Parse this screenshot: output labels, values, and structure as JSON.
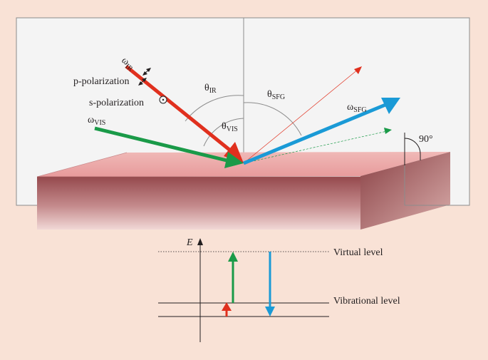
{
  "geometry_labels": {
    "omega_ir": {
      "symbol": "ω",
      "sub": "IR"
    },
    "omega_vis": {
      "symbol": "ω",
      "sub": "VIS"
    },
    "omega_sfg": {
      "symbol": "ω",
      "sub": "SFG"
    },
    "theta_ir": {
      "symbol": "θ",
      "sub": "IR"
    },
    "theta_vis": {
      "symbol": "θ",
      "sub": "VIS"
    },
    "theta_sfg": {
      "symbol": "θ",
      "sub": "SFG"
    },
    "p_polarization": "p-polarization",
    "s_polarization": "s-polarization",
    "right_angle": "90°"
  },
  "energy_diagram": {
    "axis_label": "E",
    "virtual_level": "Virtual level",
    "vibrational_level": "Vibrational level"
  },
  "colors": {
    "background": "#f9e2d6",
    "ir_beam": "#e0301e",
    "vis_beam": "#1a9a48",
    "sfg_beam": "#1a9ad6",
    "sample_top": "#e8a0a0",
    "sample_front": "#9b5558",
    "plane": "#f4f4f4"
  }
}
